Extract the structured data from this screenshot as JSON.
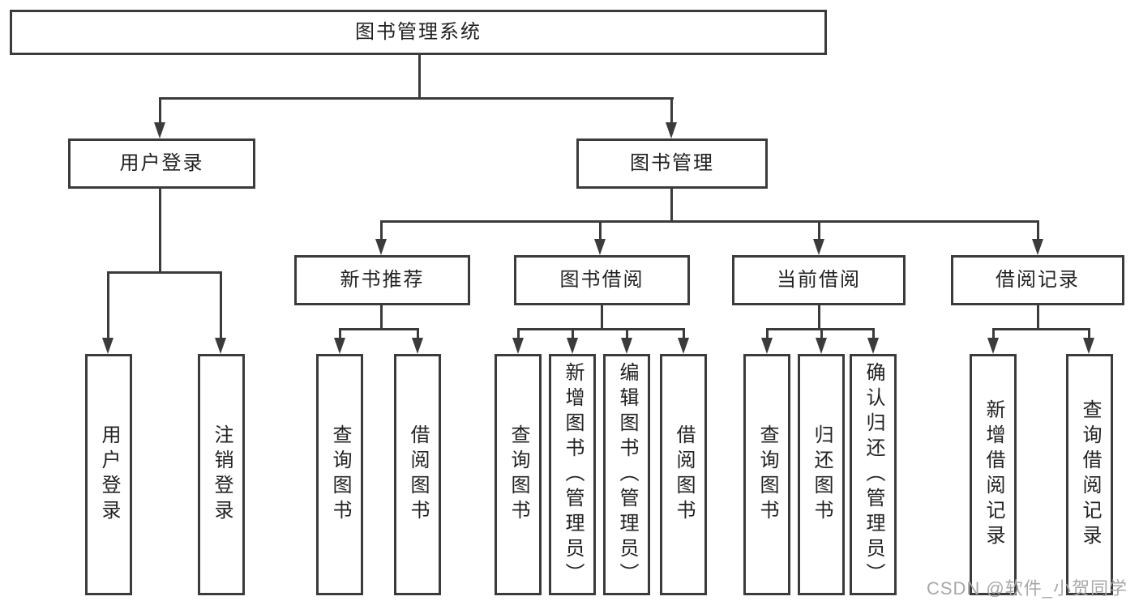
{
  "diagram": {
    "root": {
      "label": "图书管理系统"
    },
    "children": [
      {
        "label": "用户登录",
        "children": [
          {
            "label": "用户登录"
          },
          {
            "label": "注销登录"
          }
        ]
      },
      {
        "label": "图书管理",
        "children": [
          {
            "label": "新书推荐",
            "children": [
              {
                "label": "查询图书"
              },
              {
                "label": "借阅图书"
              }
            ]
          },
          {
            "label": "图书借阅",
            "children": [
              {
                "label": "查询图书"
              },
              {
                "label": "新增图书（管理员）"
              },
              {
                "label": "编辑图书（管理员）"
              },
              {
                "label": "借阅图书"
              }
            ]
          },
          {
            "label": "当前借阅",
            "children": [
              {
                "label": "查询图书"
              },
              {
                "label": "归还图书"
              },
              {
                "label": "确认归还（管理员）"
              }
            ]
          },
          {
            "label": "借阅记录",
            "children": [
              {
                "label": "新增借阅记录"
              },
              {
                "label": "查询借阅记录"
              }
            ]
          }
        ]
      }
    ]
  },
  "watermark": {
    "text": "CSDN @软件_小贺同学"
  },
  "colors": {
    "background": "#ffffff",
    "line": "#3b3b3b",
    "text": "#222222",
    "watermark": "#a8a8a8"
  }
}
